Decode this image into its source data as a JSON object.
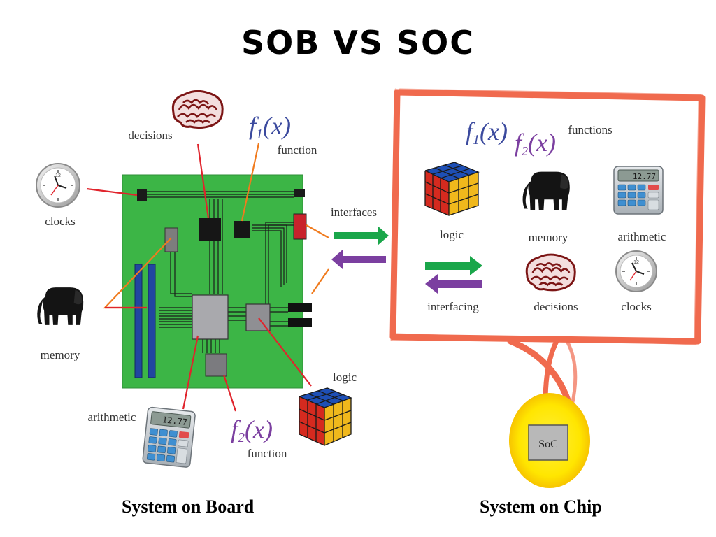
{
  "title": "SOB VS SOC",
  "board": {
    "caption": "System on Board",
    "labels": {
      "decisions": "decisions",
      "f1": "f",
      "f1_sub": "1",
      "f1_arg": "(x)",
      "function_top": "function",
      "clocks": "clocks",
      "interfaces": "interfaces",
      "memory": "memory",
      "logic": "logic",
      "arithmetic": "arithmetic",
      "f2": "f",
      "f2_sub": "2",
      "f2_arg": "(x)",
      "function_bottom": "function"
    },
    "calculator_display": "12.77",
    "clock_numeral": "12"
  },
  "chip": {
    "caption": "System on Chip",
    "chip_label": "SoC",
    "labels": {
      "f1": "f",
      "f1_sub": "1",
      "f1_arg": "(x)",
      "f2": "f",
      "f2_sub": "2",
      "f2_arg": "(x)",
      "functions": "functions",
      "logic": "logic",
      "memory": "memory",
      "arithmetic": "arithmetic",
      "interfacing": "interfacing",
      "decisions": "decisions",
      "clocks": "clocks"
    },
    "calculator_display": "12.77",
    "clock_numeral": "12"
  },
  "colors": {
    "board_green": "#3cb546",
    "frame_red": "#f06a4e",
    "arrow_green": "#1aa64a",
    "arrow_purple": "#7b3fa0",
    "function_blue": "#3b4a9e",
    "function_purple": "#7b3fa0",
    "chip_glow": "#ffe600"
  }
}
